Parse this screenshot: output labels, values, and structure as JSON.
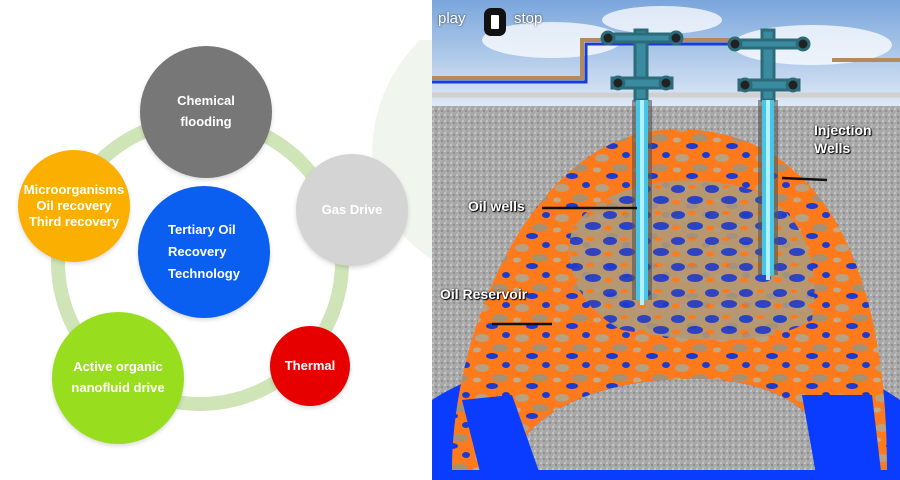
{
  "cycle": {
    "center": {
      "label": "Tertiary Oil\nRecovery\nTechnology",
      "color": "#0a5ff0"
    },
    "nodes": [
      {
        "id": "chemical-flooding",
        "label": "Chemical\nflooding",
        "color": "#777777"
      },
      {
        "id": "gas-drive",
        "label": "Gas Drive",
        "color": "#d4d4d4"
      },
      {
        "id": "thermal",
        "label": "Thermal",
        "color": "#e60000"
      },
      {
        "id": "active-organic",
        "label": "Active organic\nnanofluid drive",
        "color": "#99dd1f"
      },
      {
        "id": "microorganisms",
        "label": "Microorganisms\nOil recovery\nThird recovery",
        "color": "#fbaf00"
      }
    ],
    "ring_color": "#cfe5b8"
  },
  "animation": {
    "controls": {
      "play_label": "play",
      "stop_label": "stop"
    },
    "labels": {
      "injection_wells": "Injection\nWells",
      "oil_wells": "Oil wells",
      "oil_reservoir": "Oil Reservoir"
    },
    "colors": {
      "sky": "#aac8ea",
      "rock": "#a8a8a8",
      "oil": "#ff7a1a",
      "water": "#0a3cff",
      "pipe": "#b48a5a"
    }
  }
}
